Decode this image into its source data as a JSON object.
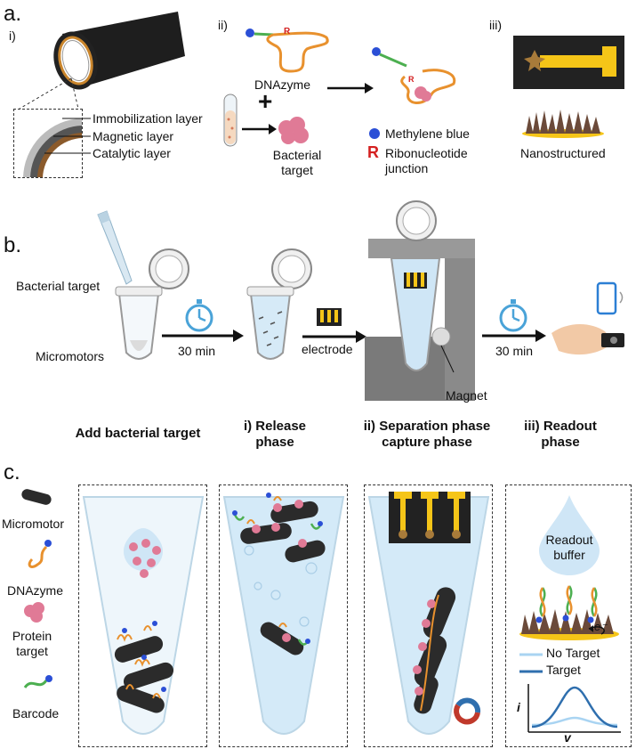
{
  "panel_a": {
    "letter": "a.",
    "sub_i": "i)",
    "sub_ii": "ii)",
    "sub_iii": "iii)",
    "layers": [
      "Immobilization layer",
      "Magnetic layer",
      "Catalytic layer"
    ],
    "dnazyme": "DNAzyme",
    "r_mark": "R",
    "bacterial_target": "Bacterial\ntarget",
    "legend_mb": "Methylene blue",
    "legend_r_letter": "R",
    "legend_r": "Ribonucleotide\njunction",
    "nanostructured": "Nanostructured"
  },
  "panel_b": {
    "letter": "b.",
    "bacterial_target": "Bacterial target",
    "micromotors": "Micromotors",
    "time1": "30 min",
    "electrode": "electrode",
    "time2": "30 min",
    "magnet": "Magnet",
    "step0": "Add bacterial target",
    "step1": "i) Release\nphase",
    "step2": "ii) Separation phase\ncapture phase",
    "step3": "iii) Readout\nphase"
  },
  "panel_c": {
    "letter": "c.",
    "legend": [
      "Micromotor",
      "DNAzyme",
      "Protein\ntarget",
      "Barcode"
    ],
    "readout_buffer": "Readout\nbuffer",
    "electron": "e⁻",
    "no_target": "No Target",
    "target": "Target",
    "y_axis": "i",
    "x_axis": "v"
  },
  "colors": {
    "micromotor": "#2b2b2b",
    "dnazyme": "#e8912e",
    "protein": "#e07a96",
    "barcode": "#4caf50",
    "methylene_blue": "#2b4fd6",
    "ribo_r": "#d42020",
    "gold": "#f5c518",
    "liquid": "#cfe6f6",
    "no_target_line": "#a9d4f2",
    "target_line": "#2f6fae"
  }
}
